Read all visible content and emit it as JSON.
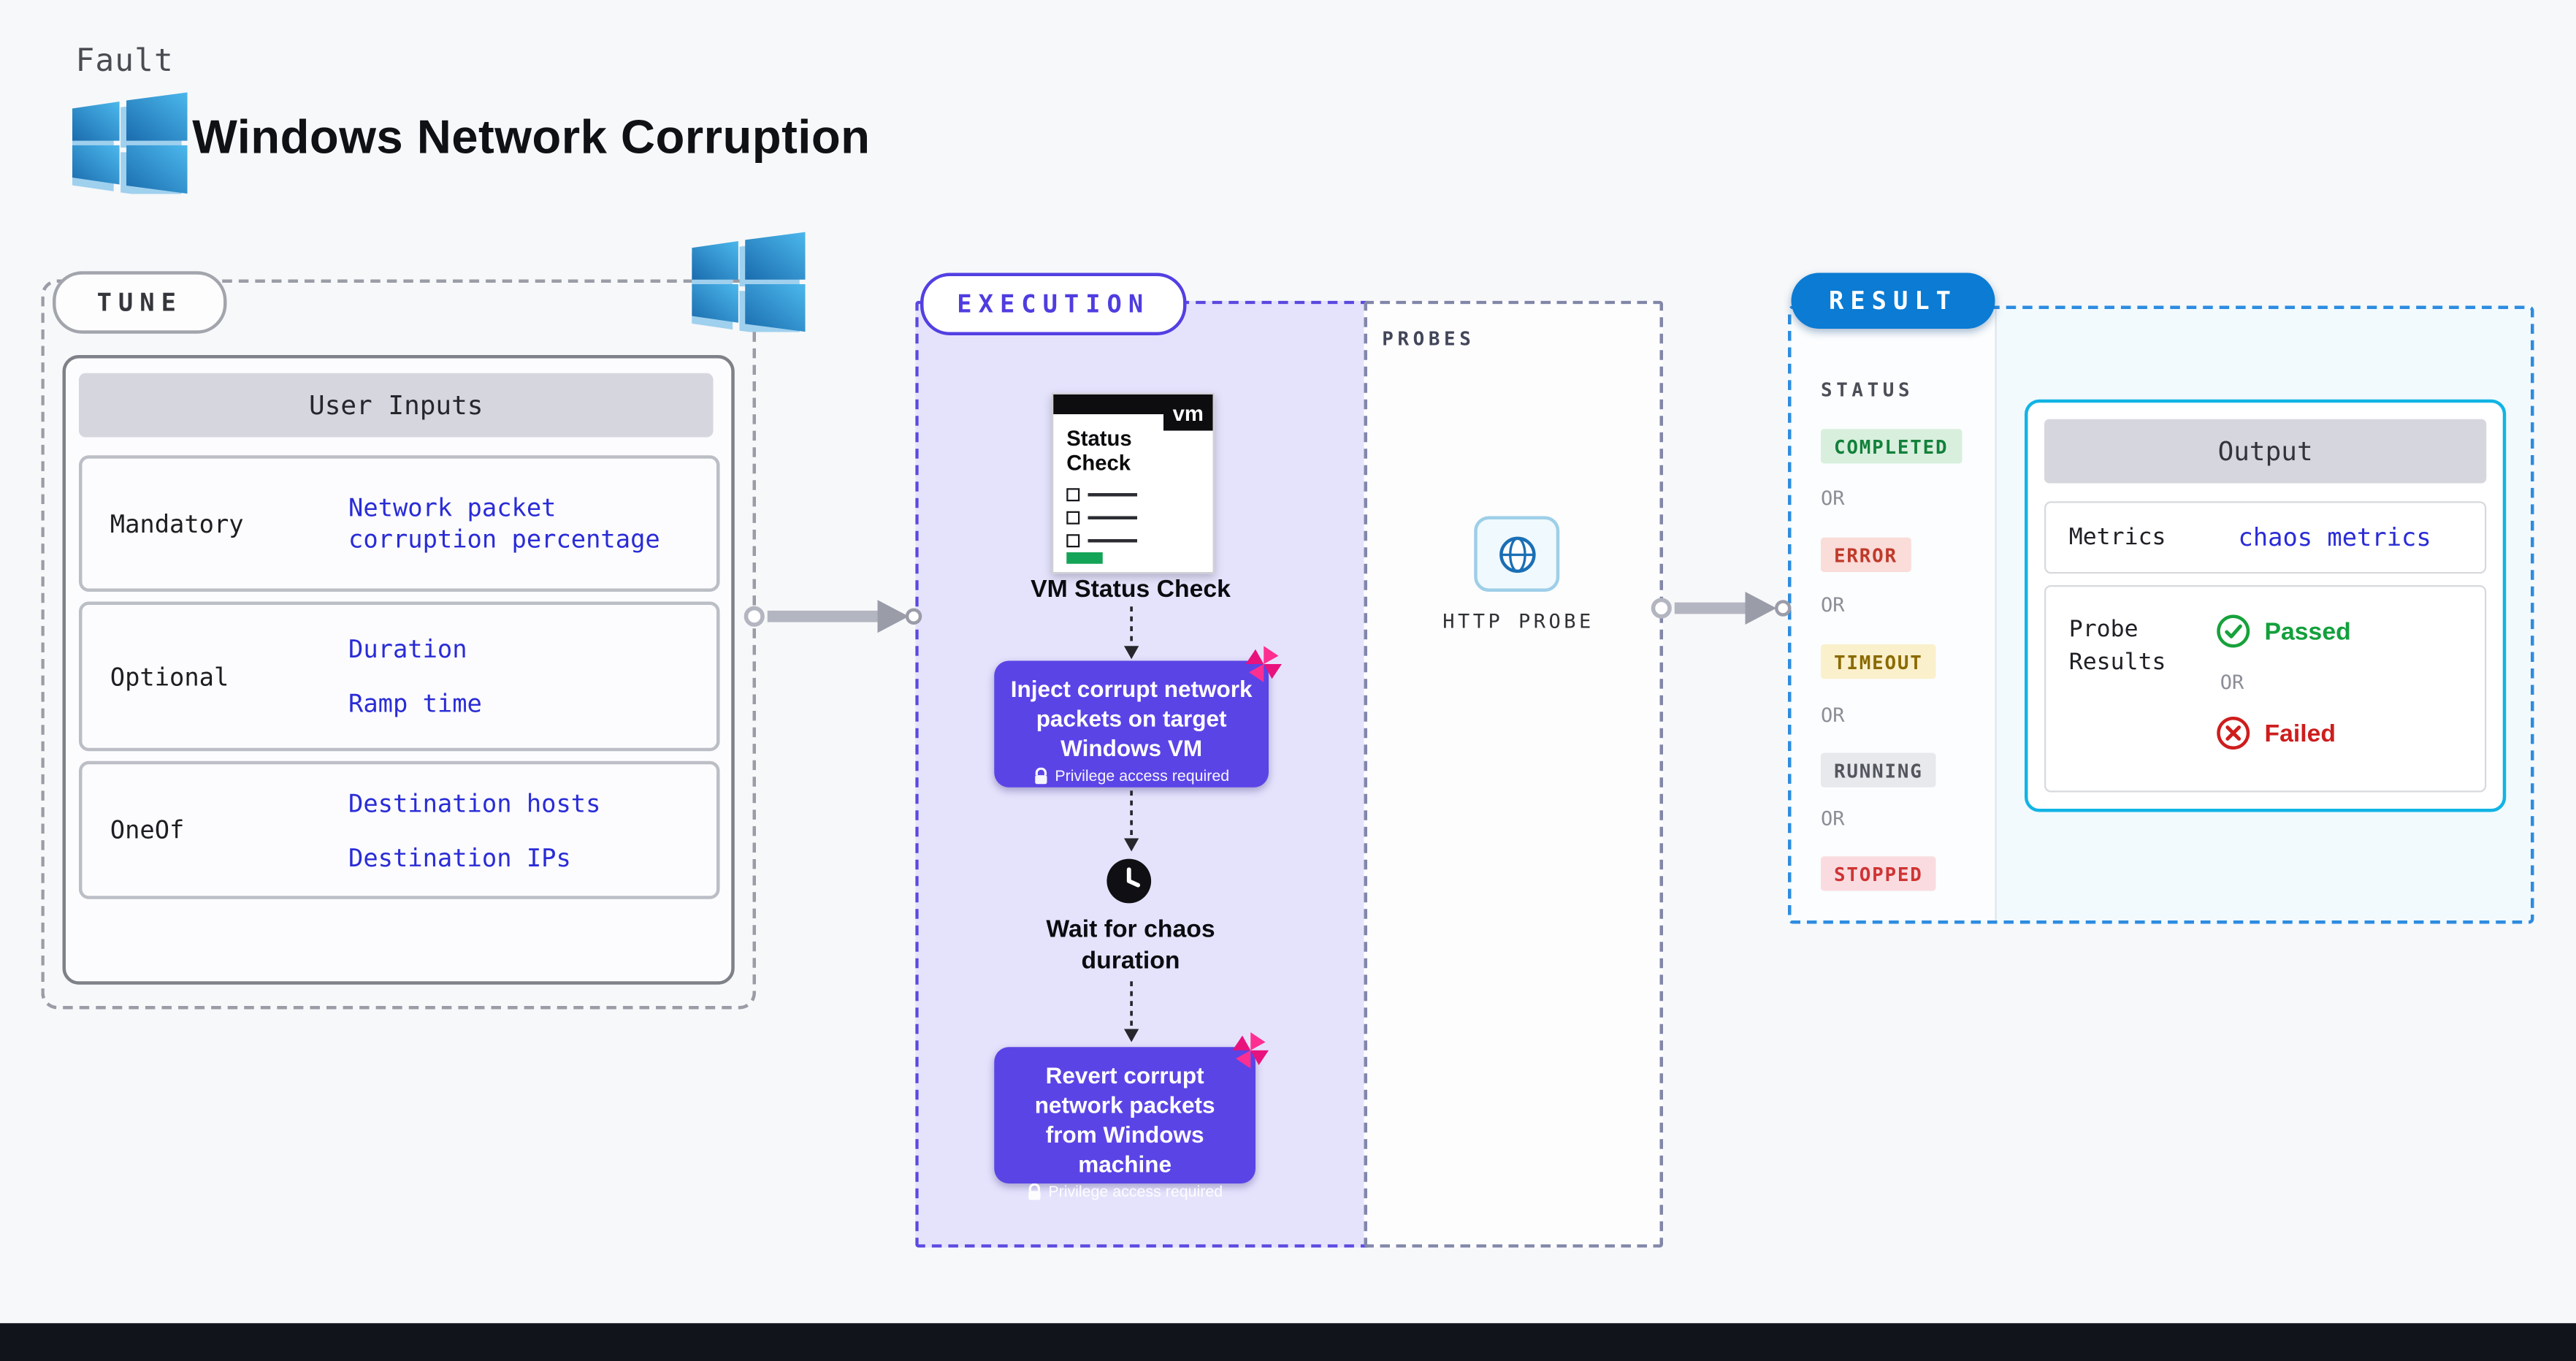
{
  "page": {
    "kicker": "Fault",
    "title": "Windows Network Corruption"
  },
  "tune": {
    "pill": "TUNE",
    "header": "User Inputs",
    "rows": [
      {
        "label": "Mandatory",
        "links": [
          "Network packet corruption percentage"
        ]
      },
      {
        "label": "Optional",
        "links": [
          "Duration",
          "Ramp time"
        ]
      },
      {
        "label": "OneOf",
        "links": [
          "Destination hosts",
          "Destination IPs"
        ]
      }
    ]
  },
  "execution": {
    "pill": "EXECUTION",
    "vm_card": {
      "logo": "vm",
      "title": "Status Check",
      "caption": "VM Status Check"
    },
    "inject": {
      "text": "Inject corrupt network packets on target Windows VM",
      "badge": "Privilege access required"
    },
    "wait_caption": "Wait for chaos duration",
    "revert": {
      "text": "Revert corrupt network packets from Windows machine",
      "badge": "Privilege access required"
    }
  },
  "probes": {
    "heading": "PROBES",
    "http_label": "HTTP PROBE"
  },
  "result": {
    "pill": "RESULT",
    "status_heading": "STATUS",
    "or": "OR",
    "statuses": [
      "COMPLETED",
      "ERROR",
      "TIMEOUT",
      "RUNNING",
      "STOPPED"
    ],
    "output": {
      "header": "Output",
      "metrics_label": "Metrics",
      "metrics_value": "chaos metrics",
      "probe_label": "Probe Results",
      "passed": "Passed",
      "failed": "Failed"
    }
  },
  "colors": {
    "accent_purple": "#5b44e6",
    "accent_blue": "#0b7bd3",
    "output_border": "#12b4e4",
    "link": "#2a2cd6",
    "status_completed": "#12813b",
    "status_error": "#bf3a2b",
    "status_timeout": "#8a6a00",
    "status_running": "#53565e",
    "status_stopped": "#cf3434"
  }
}
